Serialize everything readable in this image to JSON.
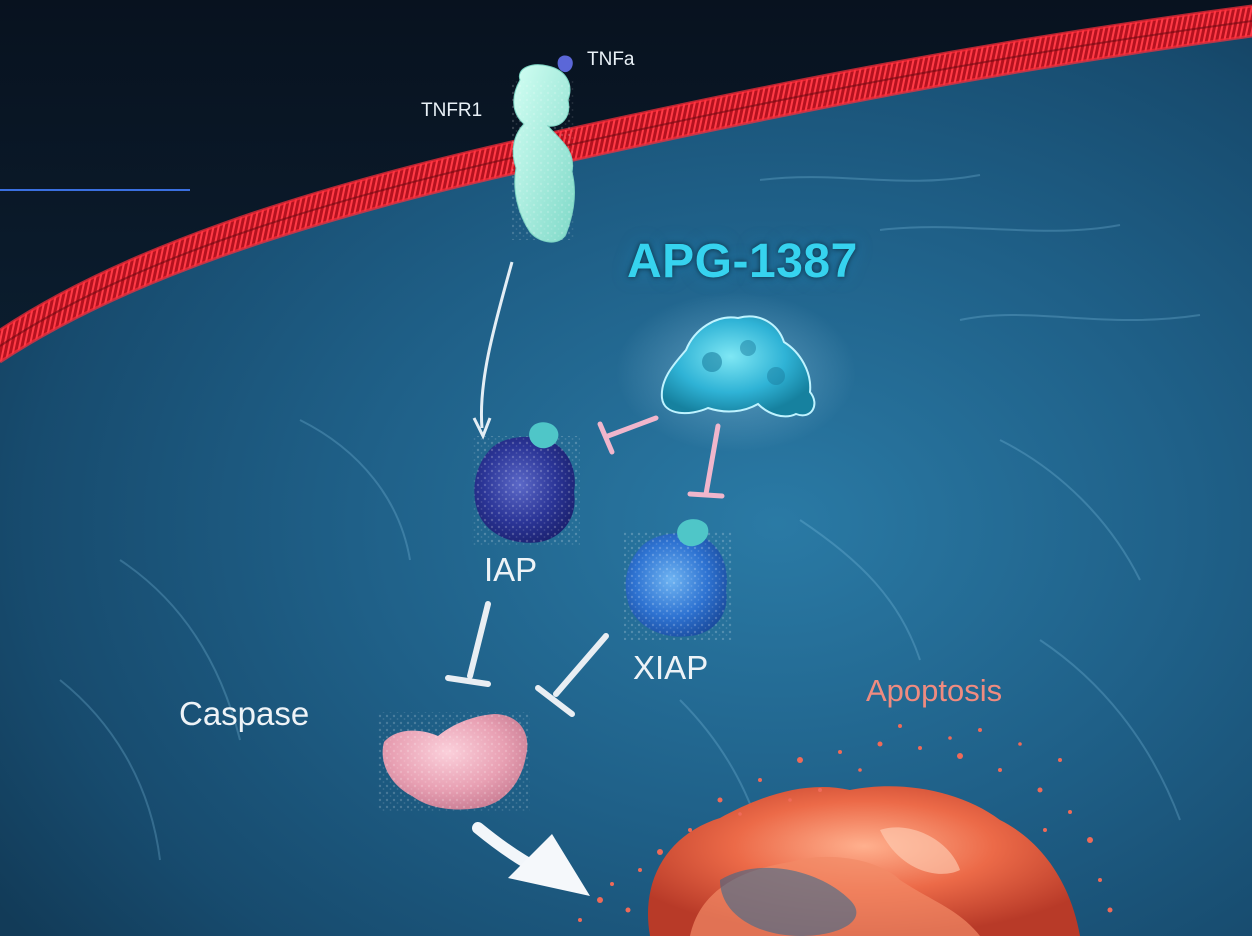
{
  "labels": {
    "tnfa": "TNFa",
    "tnfr1": "TNFR1",
    "drug": "APG-1387",
    "iap": "IAP",
    "xiap": "XIAP",
    "caspase": "Caspase",
    "apoptosis": "Apoptosis"
  },
  "colors": {
    "background_dark": "#07121e",
    "cytoplasm": "#1d5a80",
    "membrane": "#d3202e",
    "drug_label": "#36d3ef",
    "receptor": "#9ef0e0",
    "iap_protein": "#27318f",
    "xiap_protein": "#2f6fd0",
    "caspase_protein": "#f0a8b8",
    "inhibition_pink": "#f0b6cc",
    "inhibition_white": "#e9eef3",
    "apoptotic_cell": "#ea5a40",
    "apoptosis_label": "#f08b80"
  }
}
